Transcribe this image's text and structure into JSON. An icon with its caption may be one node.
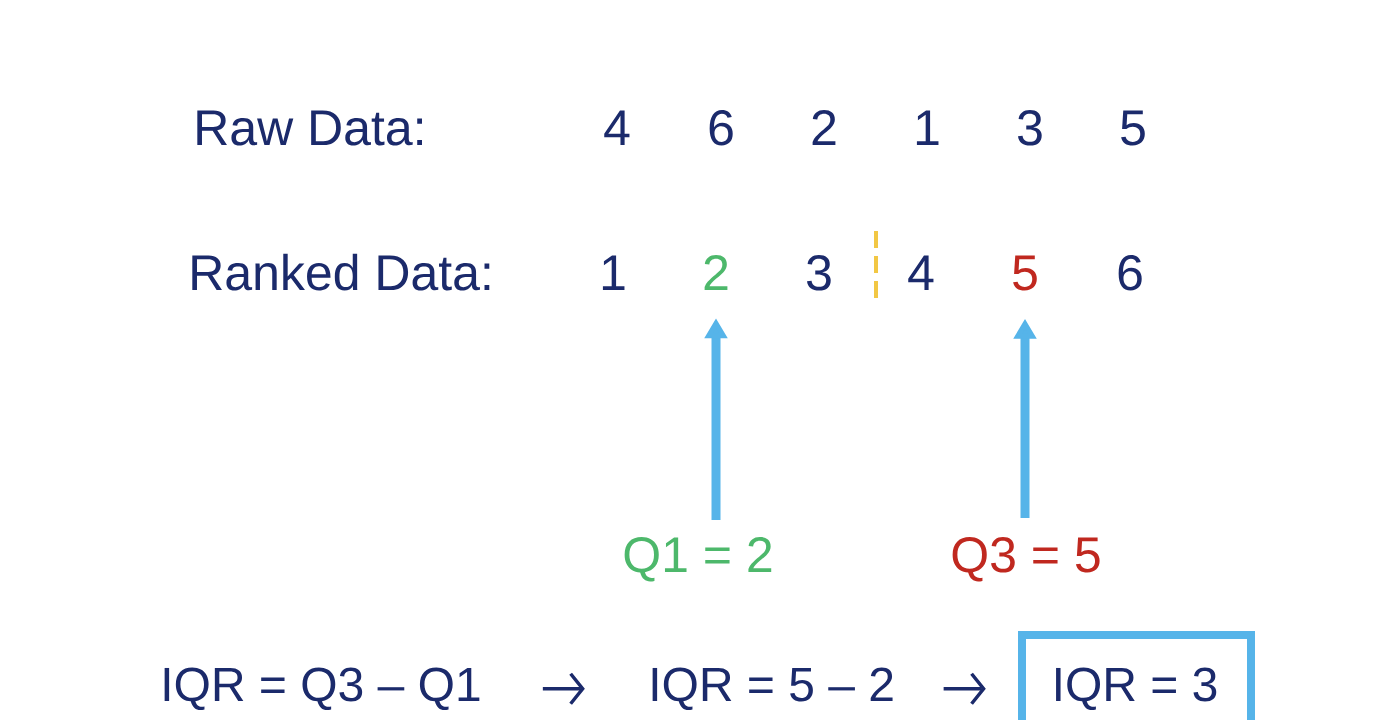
{
  "diagram": {
    "nodes": [
      {
        "text": [
          "2"
        ]
      },
      {
        "text": [
          "5"
        ]
      },
      {
        "text": [
          "Q1 = 2"
        ]
      },
      {
        "text": [
          "Q3 = 5"
        ]
      },
      {
        "text": [
          "IQR = Q3 – Q1"
        ]
      },
      {
        "text": [
          "IQR = 5 – 2"
        ]
      },
      {
        "text": [
          "IQR = 3"
        ]
      }
    ],
    "edges": [
      {
        "from": 2,
        "to": 0,
        "arrow": "to",
        "style": "thick",
        "color": "#56b4e9"
      },
      {
        "from": 3,
        "to": 1,
        "arrow": "to",
        "style": "thick",
        "color": "#56b4e9"
      },
      {
        "from": 4,
        "to": 5,
        "arrow": "to",
        "color": "#1b2a6b"
      },
      {
        "from": 5,
        "to": 6,
        "arrow": "to",
        "color": "#1b2a6b"
      }
    ],
    "labels": [
      "Raw Data:",
      "4",
      "6",
      "2",
      "1",
      "3",
      "5",
      "Ranked Data:",
      "1",
      "3",
      "4",
      "6"
    ]
  }
}
